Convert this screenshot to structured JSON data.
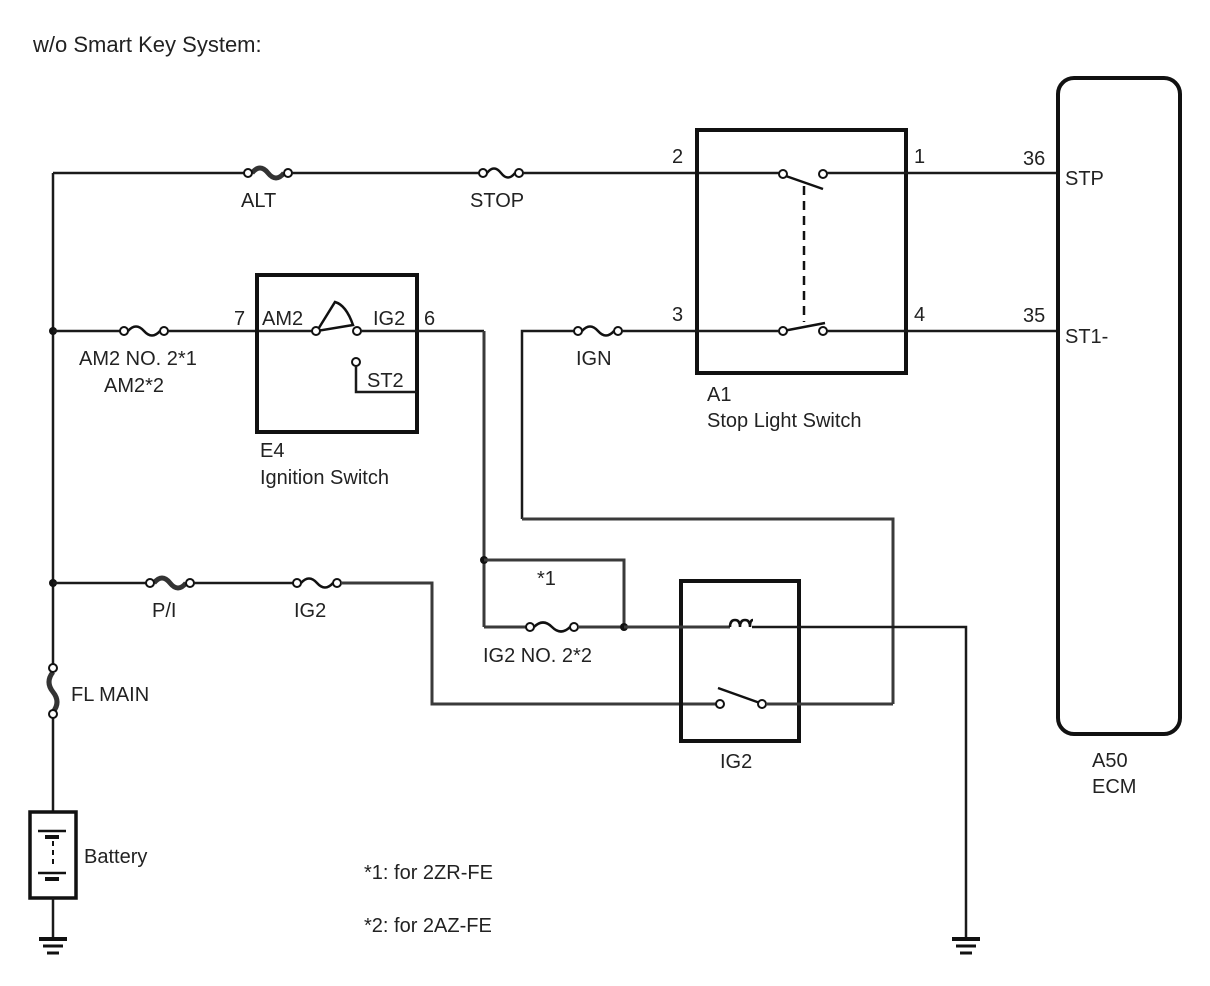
{
  "diagram": {
    "title": "w/o Smart Key System:",
    "fuses": {
      "alt": "ALT",
      "stop": "STOP",
      "am2_line1": "AM2 NO. 2*1",
      "am2_line2": "AM2*2",
      "ign": "IGN",
      "pi": "P/I",
      "ig2": "IG2",
      "ig2_no2": "IG2 NO. 2*2",
      "fl_main": "FL MAIN"
    },
    "ignition_switch": {
      "code": "E4",
      "name": "Ignition Switch",
      "pin_in": "7",
      "pin_out": "6",
      "am2": "AM2",
      "ig2": "IG2",
      "st2": "ST2"
    },
    "stop_light_switch": {
      "code": "A1",
      "name": "Stop Light Switch",
      "pins": [
        "2",
        "1",
        "3",
        "4"
      ]
    },
    "ecm": {
      "code": "A50",
      "name": "ECM",
      "pins": [
        {
          "num": "36",
          "name": "STP"
        },
        {
          "num": "35",
          "name": "ST1-"
        }
      ]
    },
    "relay": {
      "name": "IG2"
    },
    "jumper_note": "*1",
    "battery": "Battery",
    "notes": [
      "*1: for 2ZR-FE",
      "*2: for 2AZ-FE"
    ]
  }
}
